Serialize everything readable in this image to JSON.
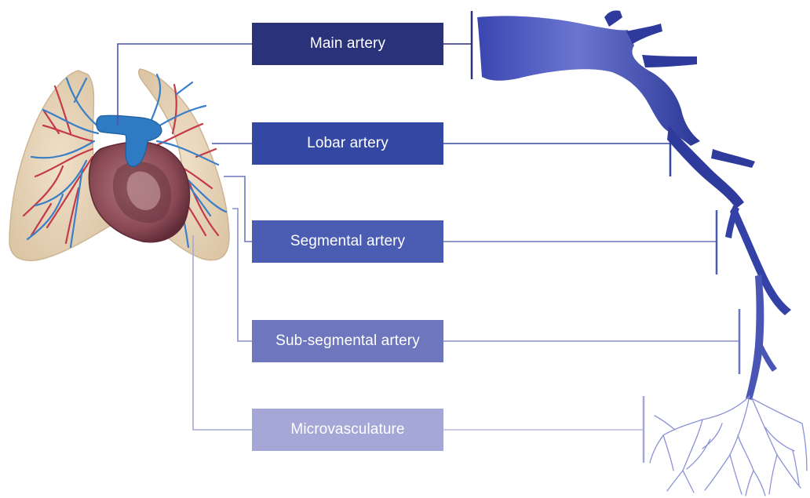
{
  "labels": [
    {
      "id": "main",
      "text": "Main artery",
      "color": "#2a327a"
    },
    {
      "id": "lobar",
      "text": "Lobar artery",
      "color": "#3448a3"
    },
    {
      "id": "segmental",
      "text": "Segmental artery",
      "color": "#4b5db2"
    },
    {
      "id": "subsegmental",
      "text": "Sub-segmental artery",
      "color": "#6e76bd"
    },
    {
      "id": "micro",
      "text": "Microvasculature",
      "color": "#a5a8d6"
    }
  ],
  "colors": {
    "connector": "#4a56a6",
    "connector_light": "#a5a8d6",
    "vessel": "#2f3b9c",
    "lung": "#e8d6bc",
    "vein_red": "#c53a4a",
    "artery_blue": "#3a7fc8",
    "heart": "#8a4a55"
  }
}
